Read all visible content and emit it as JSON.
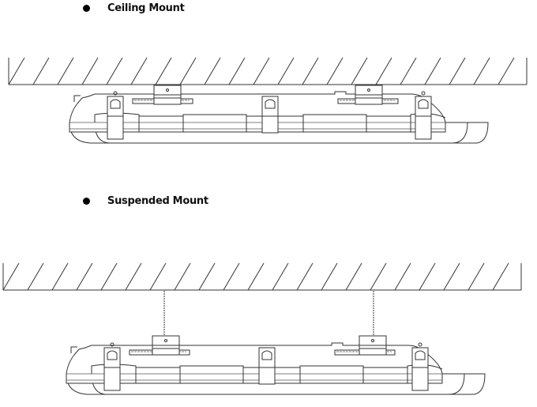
{
  "diagram": {
    "type": "installation-diagram",
    "subject": "Linear tri-proof light fixture mounting methods",
    "sections": [
      {
        "id": "ceiling",
        "title": "Ceiling Mount",
        "bullet_icon": "filled-circle",
        "mount_method": "brackets fixed directly to ceiling",
        "bracket_count": 2,
        "clip_count": 3
      },
      {
        "id": "suspended",
        "title": "Suspended Mount",
        "bullet_icon": "filled-circle",
        "mount_method": "fixture hung from ceiling by chains/wires attached to brackets",
        "bracket_count": 2,
        "clip_count": 3,
        "suspension_count": 2
      }
    ],
    "colors": {
      "line": "#333333",
      "background": "#ffffff",
      "text": "#111111"
    }
  }
}
